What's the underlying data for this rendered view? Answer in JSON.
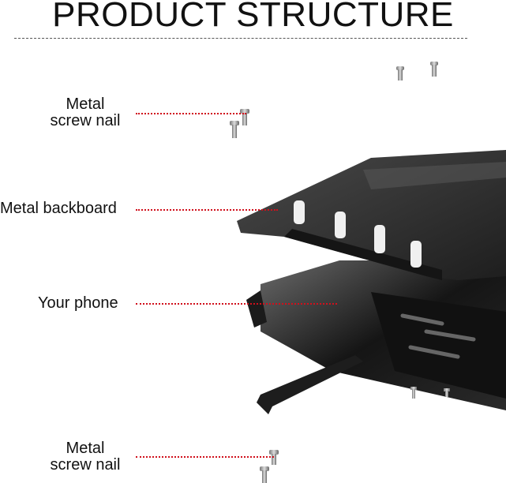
{
  "title": "PRODUCT STRUCTURE",
  "labels": {
    "top_screw_line1": "Metal",
    "top_screw_line2": "screw nail",
    "backboard": "Metal backboard",
    "phone": "Your phone",
    "bottom_screw_line1": "Metal",
    "bottom_screw_line2": "screw nail"
  },
  "colors": {
    "leader": "#d0101c",
    "metal": "#2b2b2b"
  }
}
